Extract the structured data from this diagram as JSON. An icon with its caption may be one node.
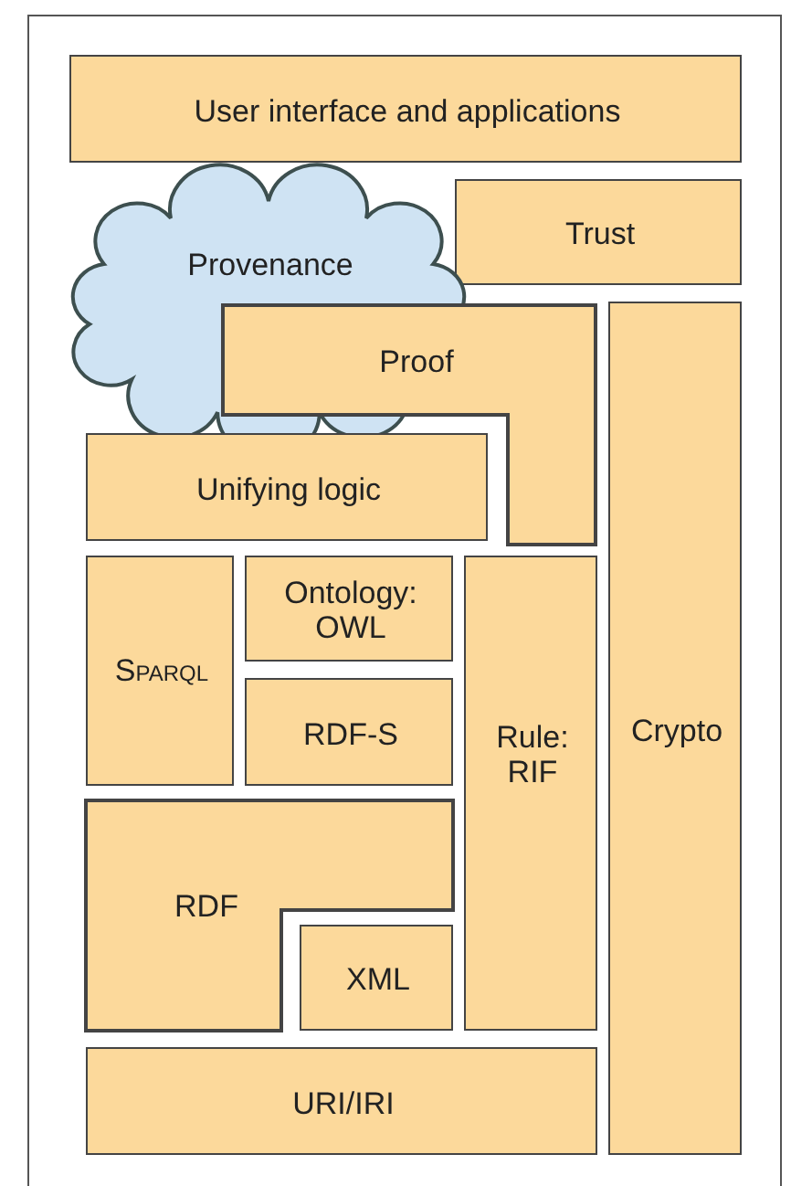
{
  "diagram": {
    "nodes": [
      {
        "text": [
          "User interface and applications"
        ]
      },
      {
        "text": [
          "Trust"
        ]
      },
      {
        "text": [
          "Provenance"
        ]
      },
      {
        "text": [
          "Proof"
        ]
      },
      {
        "text": [
          "Unifying logic"
        ]
      },
      {
        "text": [
          "Crypto"
        ]
      },
      {
        "text": [
          "Sparql"
        ]
      },
      {
        "text": [
          "Ontology: OWL"
        ]
      },
      {
        "text": [
          "RDF-S"
        ]
      },
      {
        "text": [
          "Rule: RIF"
        ]
      },
      {
        "text": [
          "RDF"
        ]
      },
      {
        "text": [
          "XML"
        ]
      },
      {
        "text": [
          "URI/IRI"
        ]
      }
    ],
    "edges": []
  }
}
